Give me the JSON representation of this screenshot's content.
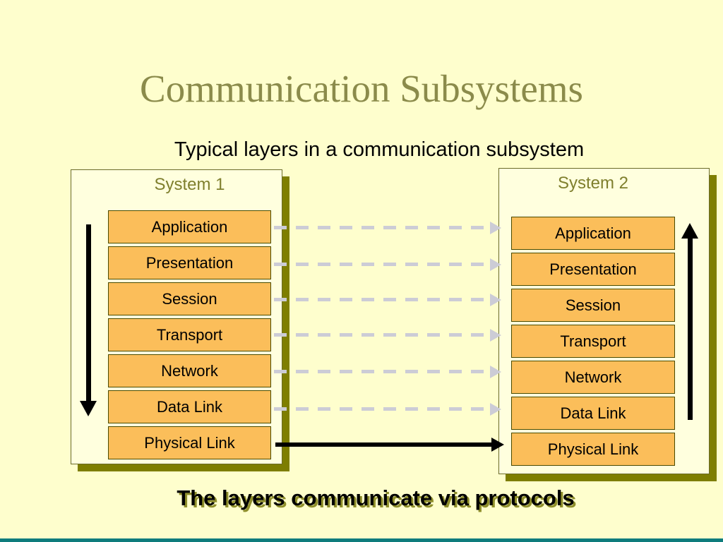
{
  "slide": {
    "title": "Communication Subsystems",
    "subtitle": "Typical layers in a communication subsystem",
    "footer": "The layers communicate via protocols"
  },
  "systems": [
    {
      "name": "System 1",
      "flow_direction": "down",
      "layers": [
        "Application",
        "Presentation",
        "Session",
        "Transport",
        "Network",
        "Data Link",
        "Physical Link"
      ]
    },
    {
      "name": "System 2",
      "flow_direction": "up",
      "layers": [
        "Application",
        "Presentation",
        "Session",
        "Transport",
        "Network",
        "Data Link",
        "Physical Link"
      ]
    }
  ],
  "connections": {
    "dashed_protocol_links": [
      "Application",
      "Presentation",
      "Session",
      "Transport",
      "Network",
      "Data Link"
    ],
    "solid_link": "Physical Link"
  },
  "colors": {
    "background": "#FEFECD",
    "title_text": "#8B8B4B",
    "system_label": "#7F7F2D",
    "layer_box_fill": "#FBBE5A",
    "layer_box_border": "#4A4A00",
    "panel_fill": "#FFFFDE",
    "panel_shadow": "#7E7E00",
    "dashed_arrow": "#CCCCD6",
    "solid_arrow": "#000000",
    "bottom_bar": "#0E7C7C"
  }
}
